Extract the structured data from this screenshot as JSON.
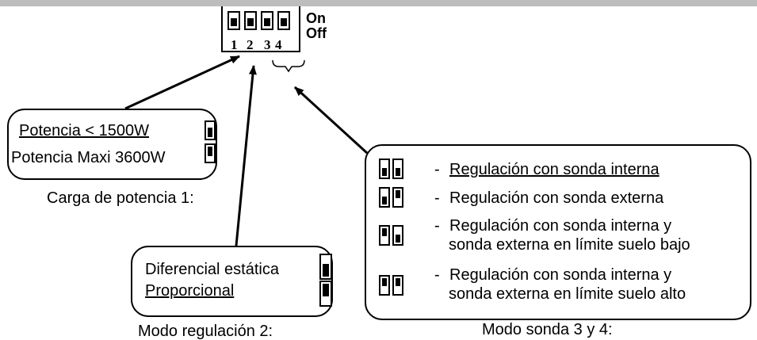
{
  "dip_switch": {
    "numbers": [
      "1",
      "2",
      "3",
      "4"
    ],
    "on_label": "On",
    "off_label": "Off"
  },
  "power_load": {
    "option_low": "Potencia < 1500W",
    "option_max": "Potencia Maxi 3600W",
    "caption": "Carga de potencia 1:"
  },
  "regulation_mode": {
    "option_static": "Diferencial estática",
    "option_proportional": "Proporcional",
    "caption": "Modo regulación 2:"
  },
  "probe_mode": {
    "dash": "-",
    "option_1": "Regulación con sonda interna",
    "option_2": "Regulación con sonda externa",
    "option_3_line1": "Regulación con sonda interna y",
    "option_3_line2": "sonda externa en límite suelo bajo",
    "option_4_line1": "Regulación con sonda interna y",
    "option_4_line2": "sonda externa en límite suelo alto",
    "caption": "Modo sonda 3 y 4:"
  }
}
